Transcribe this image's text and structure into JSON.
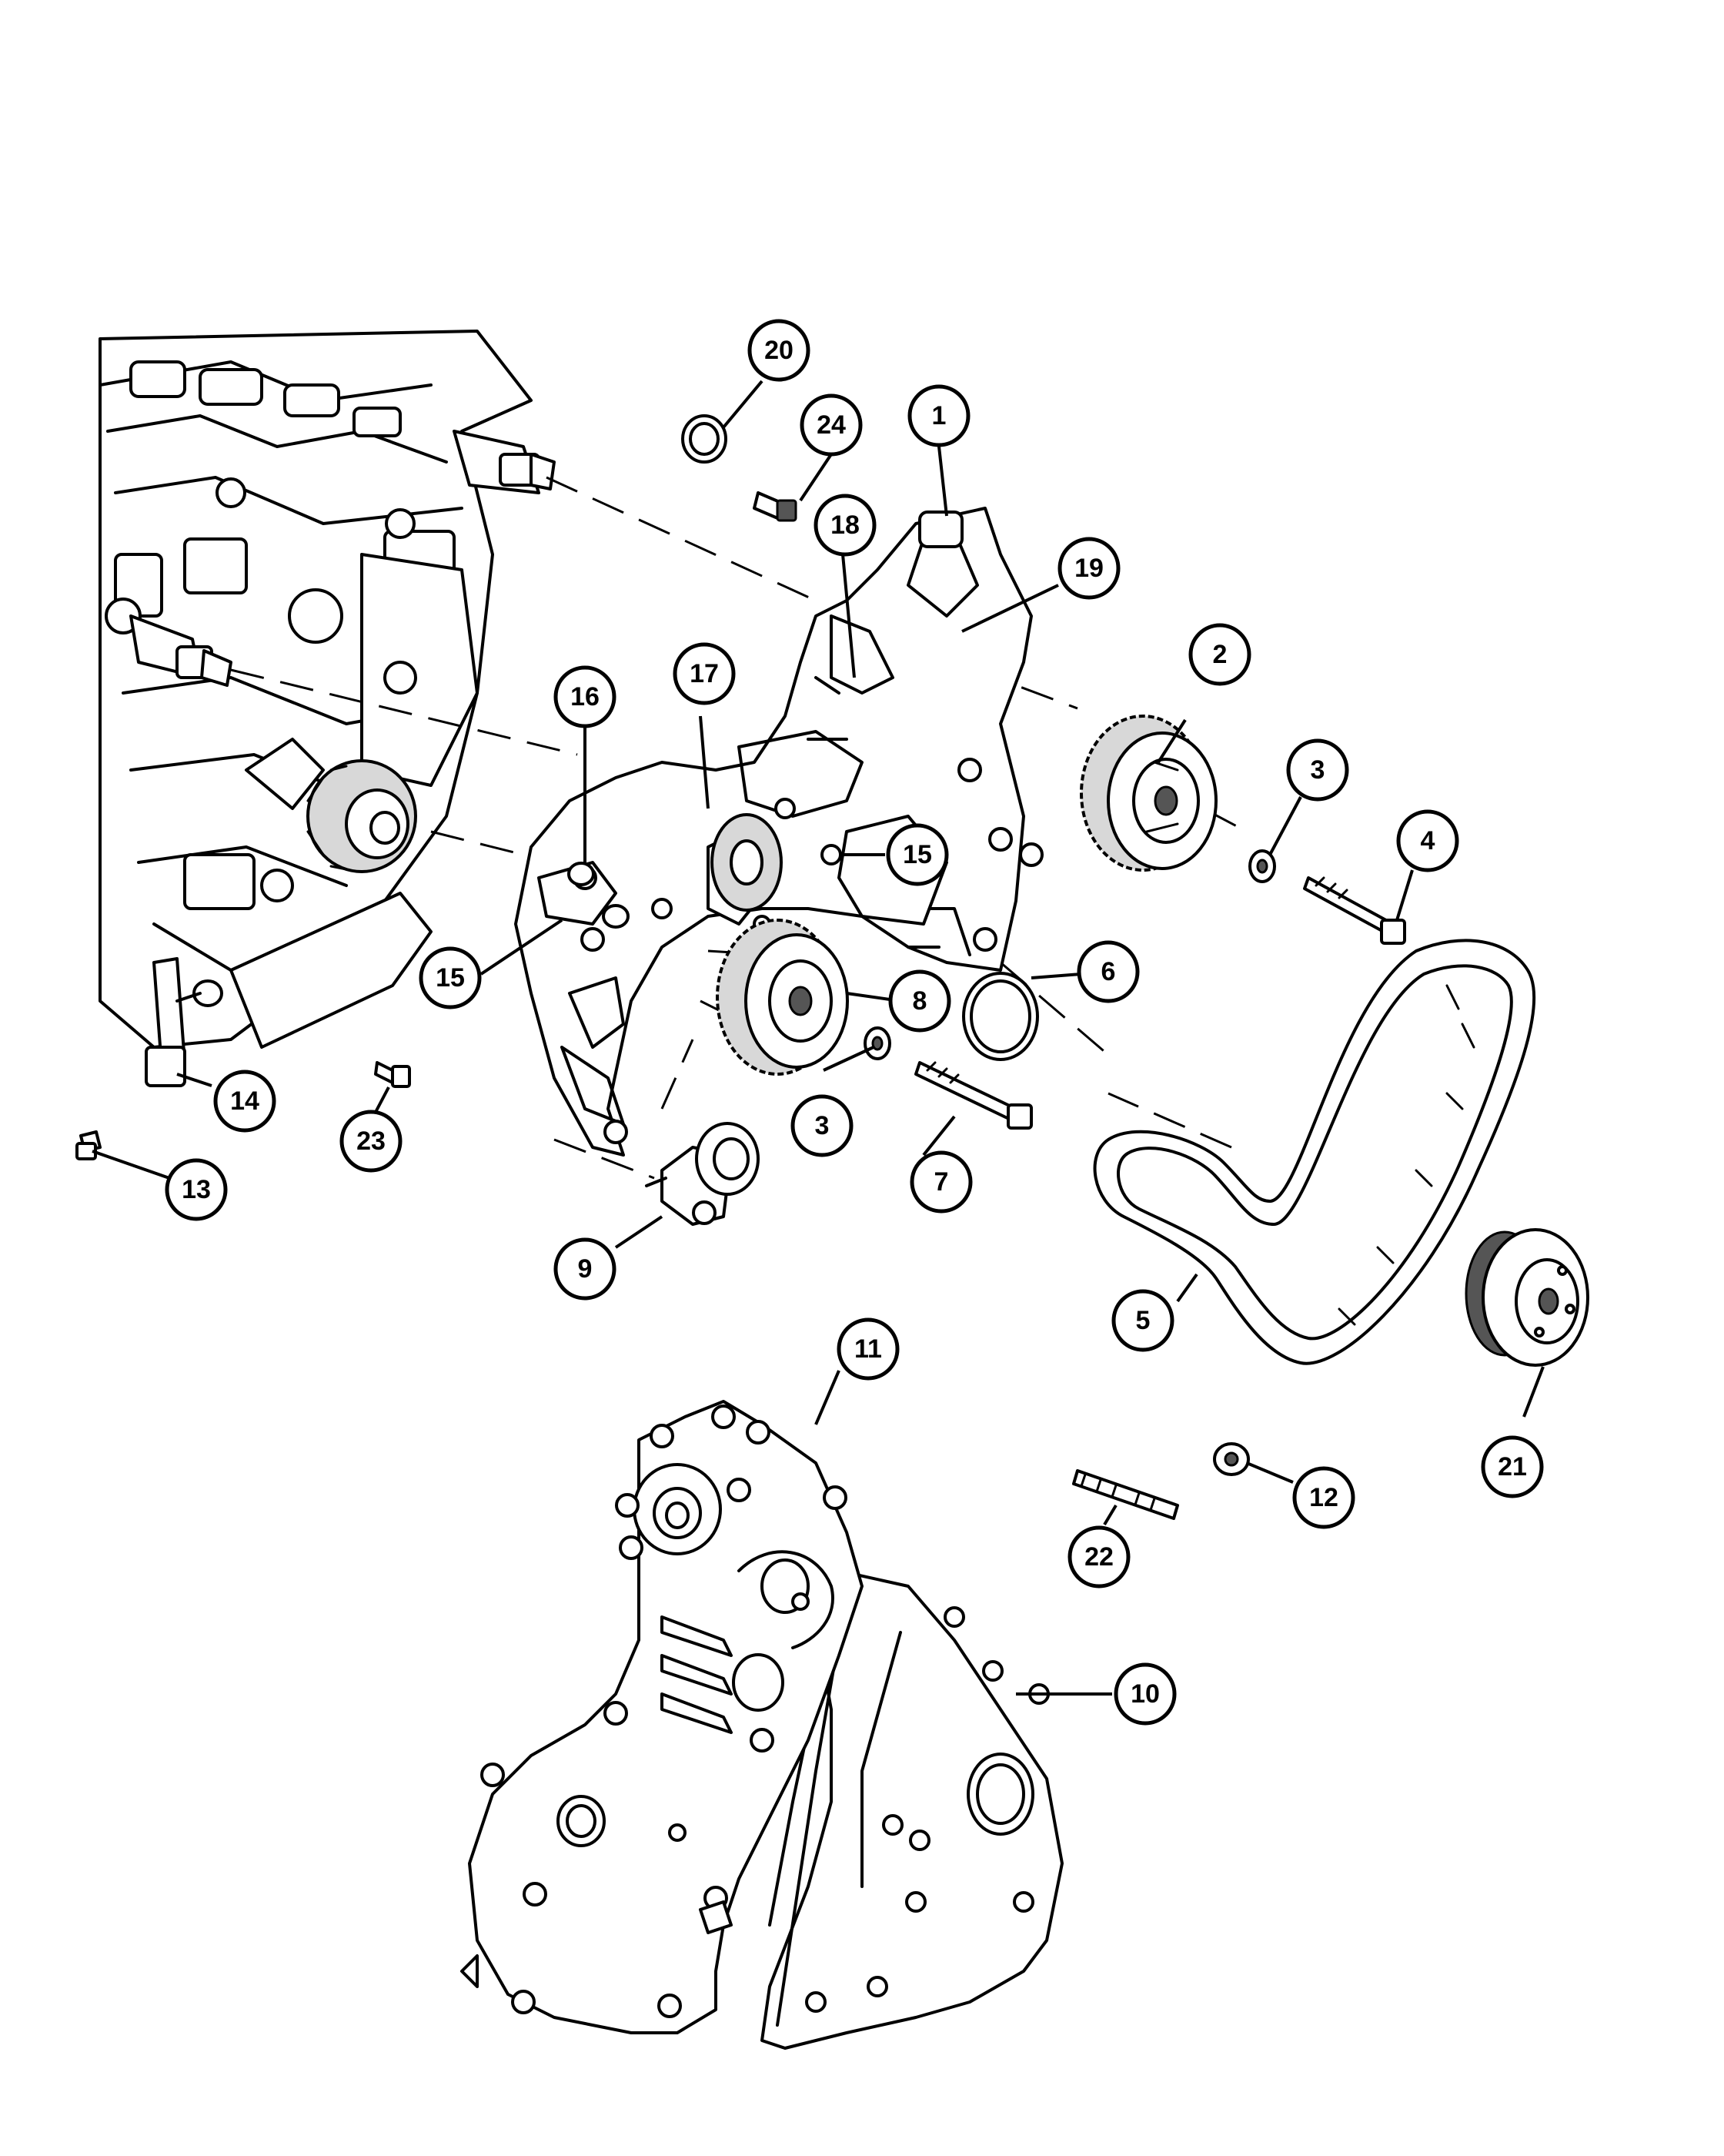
{
  "callouts": {
    "c1": "1",
    "c2": "2",
    "c3a": "3",
    "c3b": "3",
    "c4": "4",
    "c5": "5",
    "c6": "6",
    "c7": "7",
    "c8": "8",
    "c9": "9",
    "c10": "10",
    "c11": "11",
    "c12": "12",
    "c13": "13",
    "c14": "14",
    "c15a": "15",
    "c15b": "15",
    "c16": "16",
    "c17": "17",
    "c18": "18",
    "c19": "19",
    "c20": "20",
    "c21": "21",
    "c22": "22",
    "c23": "23",
    "c24": "24"
  }
}
